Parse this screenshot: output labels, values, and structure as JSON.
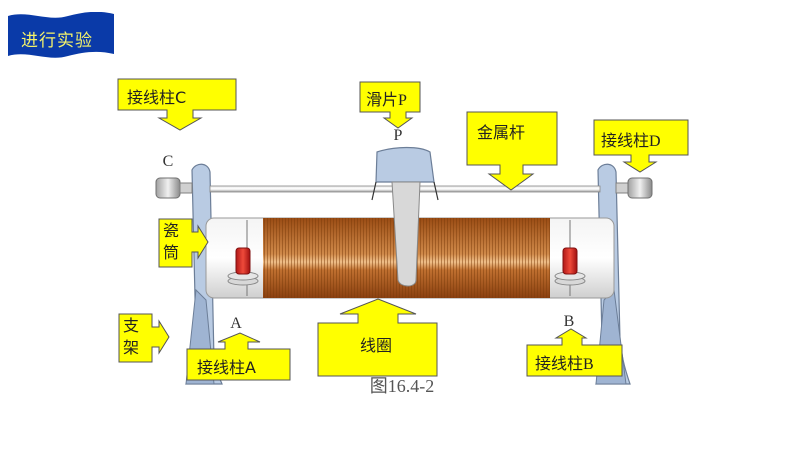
{
  "banner": {
    "title": "进行实验"
  },
  "figure": {
    "caption": "图16.4-2",
    "letters": {
      "P": "P",
      "C": "C",
      "A": "A",
      "B": "B"
    }
  },
  "labels": {
    "terminal_c": "接线柱C",
    "slider_p": "滑片P",
    "metal_rod": "金属杆",
    "terminal_d": "接线柱D",
    "porcelain_tube_1": "瓷",
    "porcelain_tube_2": "筒",
    "stand_1": "支",
    "stand_2": "架",
    "terminal_a": "接线柱A",
    "coil": "线圈",
    "terminal_b": "接线柱B"
  },
  "colors": {
    "banner": "#0a3aa8",
    "banner_text": "#f4f26a",
    "callout": "#ffff00",
    "coil": "#b8621e",
    "stand": "#b9cbe3",
    "knob": "#d9262a"
  }
}
